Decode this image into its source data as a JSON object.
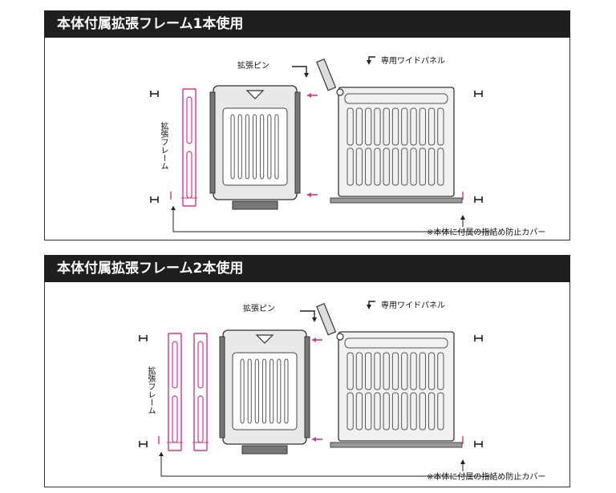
{
  "panels": [
    {
      "title": "本体付属拡張フレーム1本使用",
      "label_pin": "拡張ピン",
      "label_panel": "専用ワイドパネル",
      "label_frame": "拡張フレーム",
      "label_note": "※本体に付属の指詰め防止カバー"
    },
    {
      "title": "本体付属拡張フレーム2本使用",
      "label_pin": "拡張ピン",
      "label_panel": "専用ワイドパネル",
      "label_frame": "拡張フレーム",
      "label_note": "※本体に付属の指詰め防止カバー"
    }
  ],
  "colors": {
    "accent_pink": "#e0308a",
    "title_bg": "#1f1f1f",
    "gate_gray": "#777777",
    "base_gray": "#9a9a9a"
  }
}
